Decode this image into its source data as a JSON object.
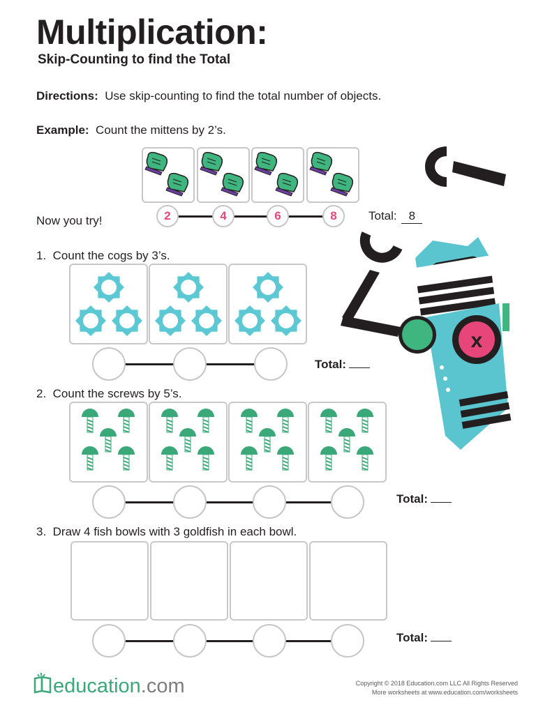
{
  "header": {
    "title": "Multiplication:",
    "subtitle": "Skip-Counting to find the Total"
  },
  "directions": {
    "label": "Directions:",
    "text": "Use skip-counting to find the total number of objects."
  },
  "example": {
    "label": "Example:",
    "text": "Count the mittens by 2’s.",
    "counts": [
      "2",
      "4",
      "6",
      "8"
    ],
    "total_label": "Total:",
    "total_value": "8"
  },
  "now_you_try": "Now you try!",
  "problems": [
    {
      "number": "1.",
      "text": "Count the cogs by 3’s.",
      "total_label": "Total:"
    },
    {
      "number": "2.",
      "text": "Count the screws by 5’s.",
      "total_label": "Total:"
    },
    {
      "number": "3.",
      "text": "Draw 4 fish bowls with 3 goldfish in each bowl.",
      "total_label": "Total:"
    }
  ],
  "footer": {
    "logo_main": "education",
    "logo_tld": ".com",
    "copyright": "Copyright © 2018 Education.com LLC All Rights Reserved",
    "more": "More worksheets at www.education.com/worksheets"
  },
  "colors": {
    "mitten": "#3fb57f",
    "cog": "#5bc8d4",
    "screw": "#3aa878",
    "robot_body": "#5bc5cf",
    "robot_accent": "#e6467a",
    "count_number": "#e6467a"
  },
  "icons": [
    "mitten-icon",
    "cog-icon",
    "screw-icon",
    "robot-illustration",
    "book-logo-icon"
  ]
}
